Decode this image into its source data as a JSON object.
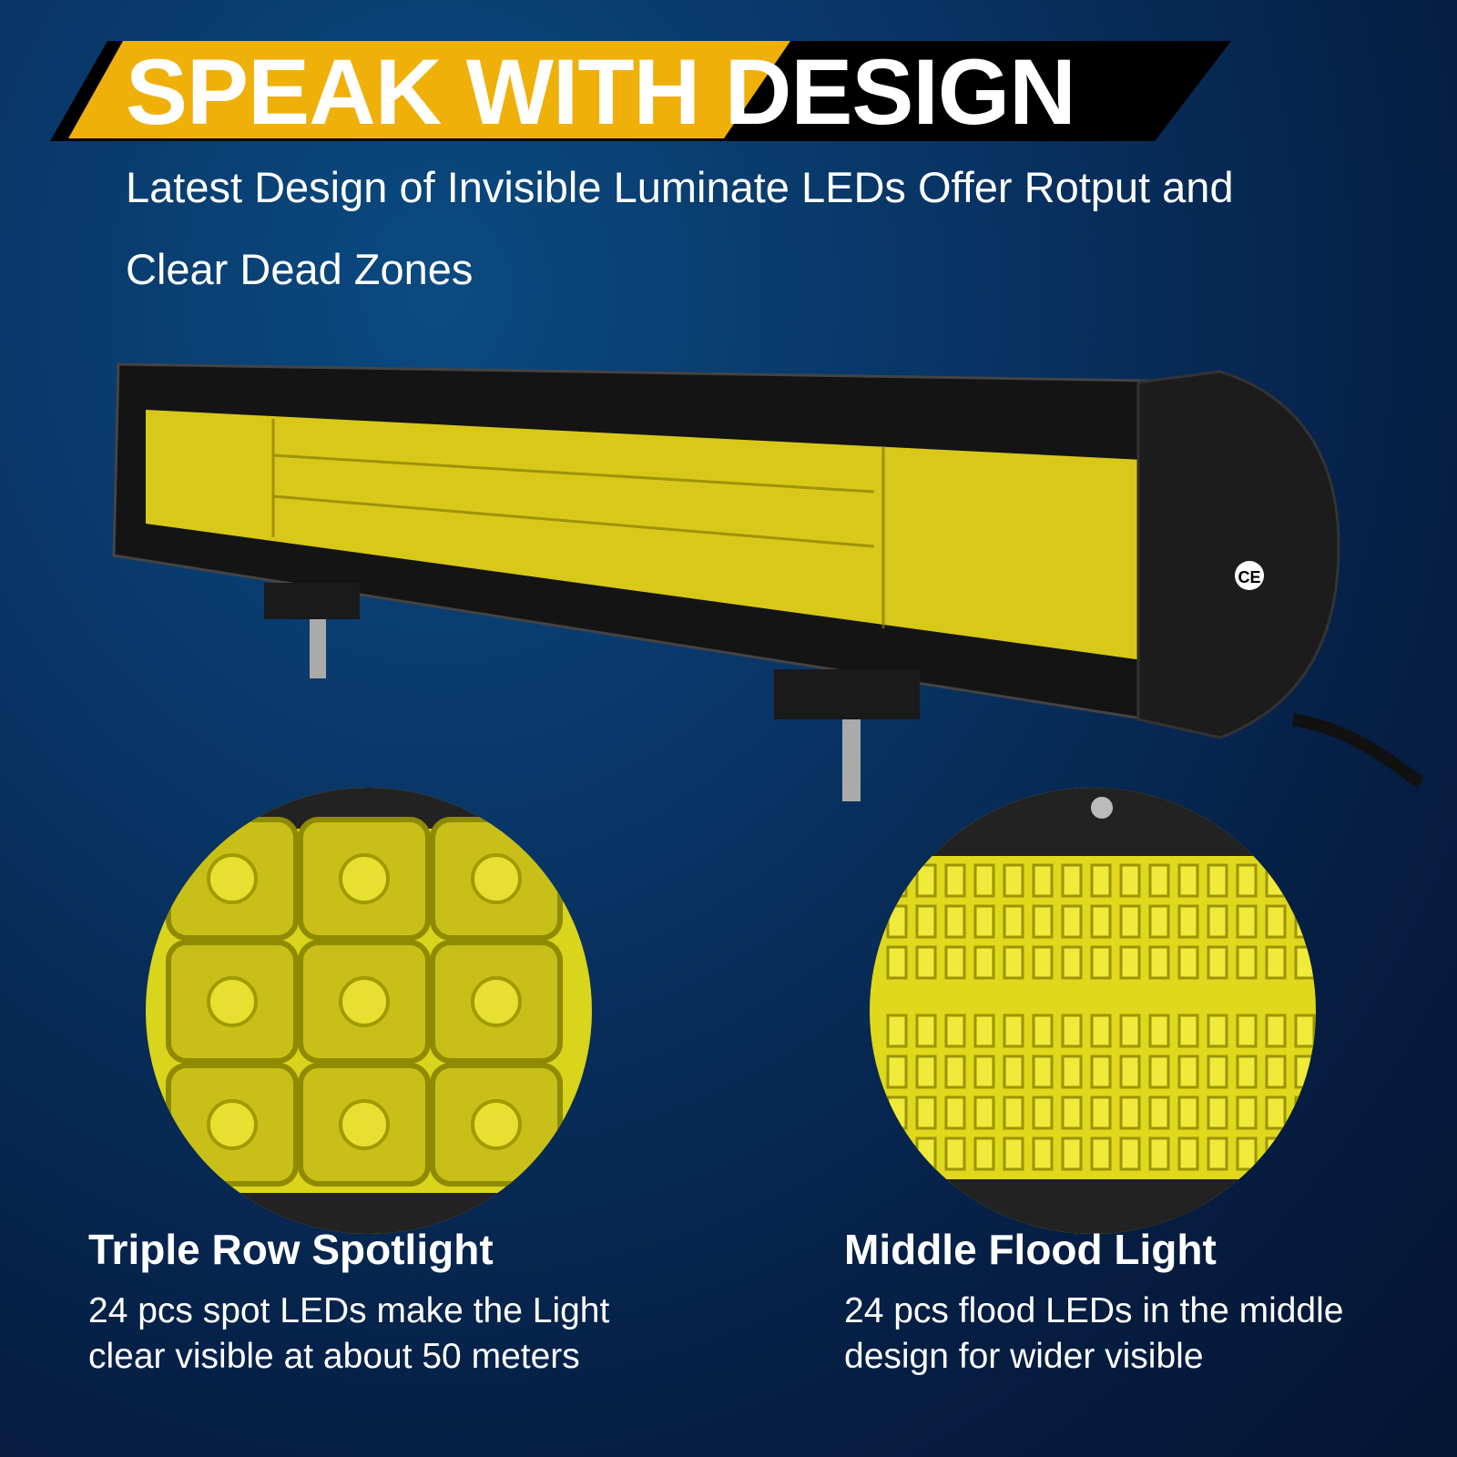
{
  "headline": {
    "part1": "SPEAK WITH ",
    "part2": "DESIGN"
  },
  "subtitle": {
    "line1": "Latest Design of Invisible Luminate LEDs Offer Rotput and",
    "line2": "Clear Dead Zones"
  },
  "features": [
    {
      "title": "Triple Row Spotlight",
      "line1": "24 pcs spot LEDs make the Light",
      "line2": "clear visible at about 50 meters"
    },
    {
      "title": "Middle Flood Light",
      "line1": "24 pcs flood LEDs in the middle",
      "line2": "design for wider visible"
    }
  ],
  "colors": {
    "accent": "#f0b000",
    "led_yellow": "#e8e020",
    "background": "#062a55"
  },
  "product": {
    "certification_mark": "CE"
  }
}
